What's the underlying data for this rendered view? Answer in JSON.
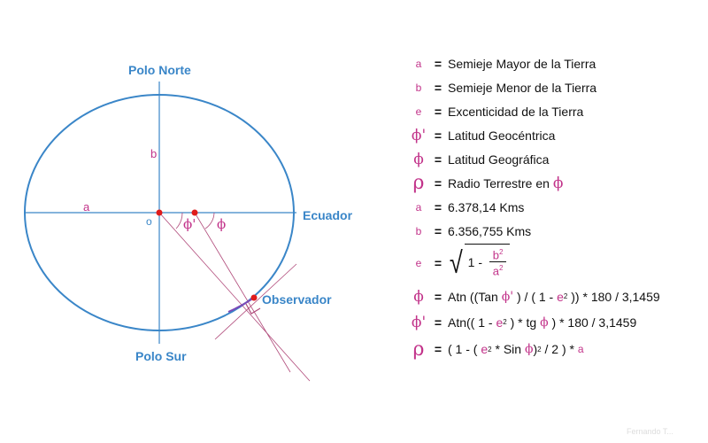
{
  "diagram": {
    "labels": {
      "north": "Polo Norte",
      "south": "Polo Sur",
      "equator": "Ecuador",
      "observer": "Observador",
      "a": "a",
      "b": "b",
      "origin": "o",
      "phi_prime": "ϕ'",
      "phi": "ϕ"
    },
    "colors": {
      "axis": "#3a86c8",
      "accent": "#c2338a",
      "point": "#e01b1b",
      "line": "#b04a7a"
    }
  },
  "legend": [
    {
      "sym": "a",
      "text": "Semieje Mayor de la Tierra"
    },
    {
      "sym": "b",
      "text": "Semieje Menor de la Tierra"
    },
    {
      "sym": "e",
      "text": "Excenticidad de la Tierra"
    },
    {
      "sym": "ϕ'",
      "text": "Latitud Geocéntrica"
    },
    {
      "sym": "ϕ",
      "text": "Latitud Geográfica"
    },
    {
      "sym": "ρ",
      "text": "Radio Terrestre en",
      "tail": "ϕ"
    },
    {
      "sym": "a",
      "text": "6.378,14 Kms"
    },
    {
      "sym": "b",
      "text": "6.356,755 Kms"
    }
  ],
  "formulas": {
    "e": {
      "sym": "e",
      "one": "1 -",
      "num": "b",
      "den": "a",
      "exp": "2"
    },
    "phi": {
      "sym": "ϕ",
      "p1": "Atn ((Tan",
      "g": "ϕ'",
      "p2": ") / ( 1 -",
      "e": "e",
      "exp": "2",
      "p3": ")) * 180 / 3,1459"
    },
    "phi_prime": {
      "sym": "ϕ'",
      "p1": "Atn(( 1 -",
      "e": "e",
      "exp": "2",
      "p2": ") * tg",
      "g": "ϕ",
      "p3": ") * 180 / 3,1459"
    },
    "rho": {
      "sym": "ρ",
      "p1": "( 1 - (",
      "e": "e",
      "exp": "2",
      "p2": "* Sin",
      "g": "ϕ",
      "p3": ")",
      "exp2": "2",
      "p4": "/ 2 ) *",
      "a": "a"
    }
  },
  "watermark": "Fernando T..."
}
